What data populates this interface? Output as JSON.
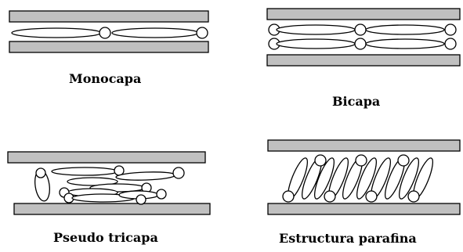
{
  "panels": {
    "monocapa": {
      "label": "Monocapa"
    },
    "bicapa": {
      "label": "Bicapa"
    },
    "pseudo_tricapa": {
      "label": "Pseudo tricapa"
    },
    "estructura_parafina": {
      "label": "Estructura parafina"
    }
  },
  "colors": {
    "sheet_fill": "#c0c0c0",
    "line": "#000000",
    "background": "#ffffff"
  }
}
